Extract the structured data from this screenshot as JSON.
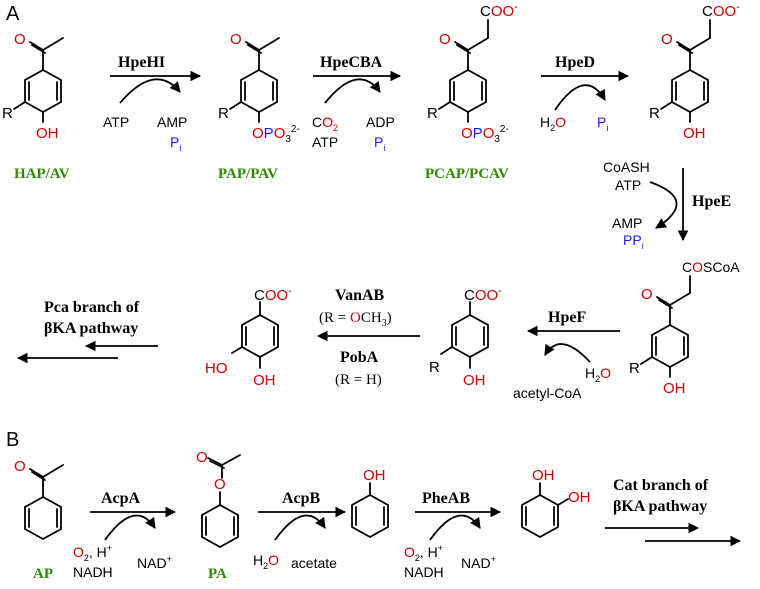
{
  "panels": {
    "a": "A",
    "b": "B"
  },
  "colors": {
    "oxygen": "#d40000",
    "phosphate": "#1a1aff",
    "compound": "#2e8b00"
  },
  "panel_a": {
    "compounds": [
      "HAP/AV",
      "PAP/PAV",
      "PCAP/PCAV"
    ],
    "enzymes": {
      "hpehi": "HpeHI",
      "hpecba": "HpeCBA",
      "hped": "HpeD",
      "hpee": "HpeE",
      "hpef": "HpeF",
      "vanab": "VanAB",
      "poba": "PobA"
    },
    "conditions": {
      "vanab": "(R = OCH3)",
      "poba": "(R = H)"
    },
    "cofactors": {
      "hpehi_in": "ATP",
      "hpehi_out": "AMP",
      "hpehi_pi": "Pi",
      "hpecba_in1": "CO2",
      "hpecba_in2": "ATP",
      "hpecba_out": "ADP",
      "hpecba_pi": "Pi",
      "hped_in": "H2O",
      "hped_out": "Pi",
      "hpee_in1": "CoASH",
      "hpee_in2": "ATP",
      "hpee_out1": "AMP",
      "hpee_out2": "PPi",
      "hpef_in": "H2O",
      "hpef_out": "acetyl-CoA"
    },
    "branch": [
      "Pca branch of",
      "βKA pathway"
    ]
  },
  "panel_b": {
    "compounds": [
      "AP",
      "PA"
    ],
    "enzymes": {
      "acpa": "AcpA",
      "acpb": "AcpB",
      "pheab": "PheAB"
    },
    "cofactors": {
      "acpa_in1": "O2, H+",
      "acpa_in2": "NADH",
      "acpa_out": "NAD+",
      "acpb_in": "H2O",
      "acpb_out": "acetate",
      "pheab_in1": "O2, H+",
      "pheab_in2": "NADH",
      "pheab_out": "NAD+"
    },
    "branch": [
      "Cat branch of",
      "βKA pathway"
    ]
  }
}
